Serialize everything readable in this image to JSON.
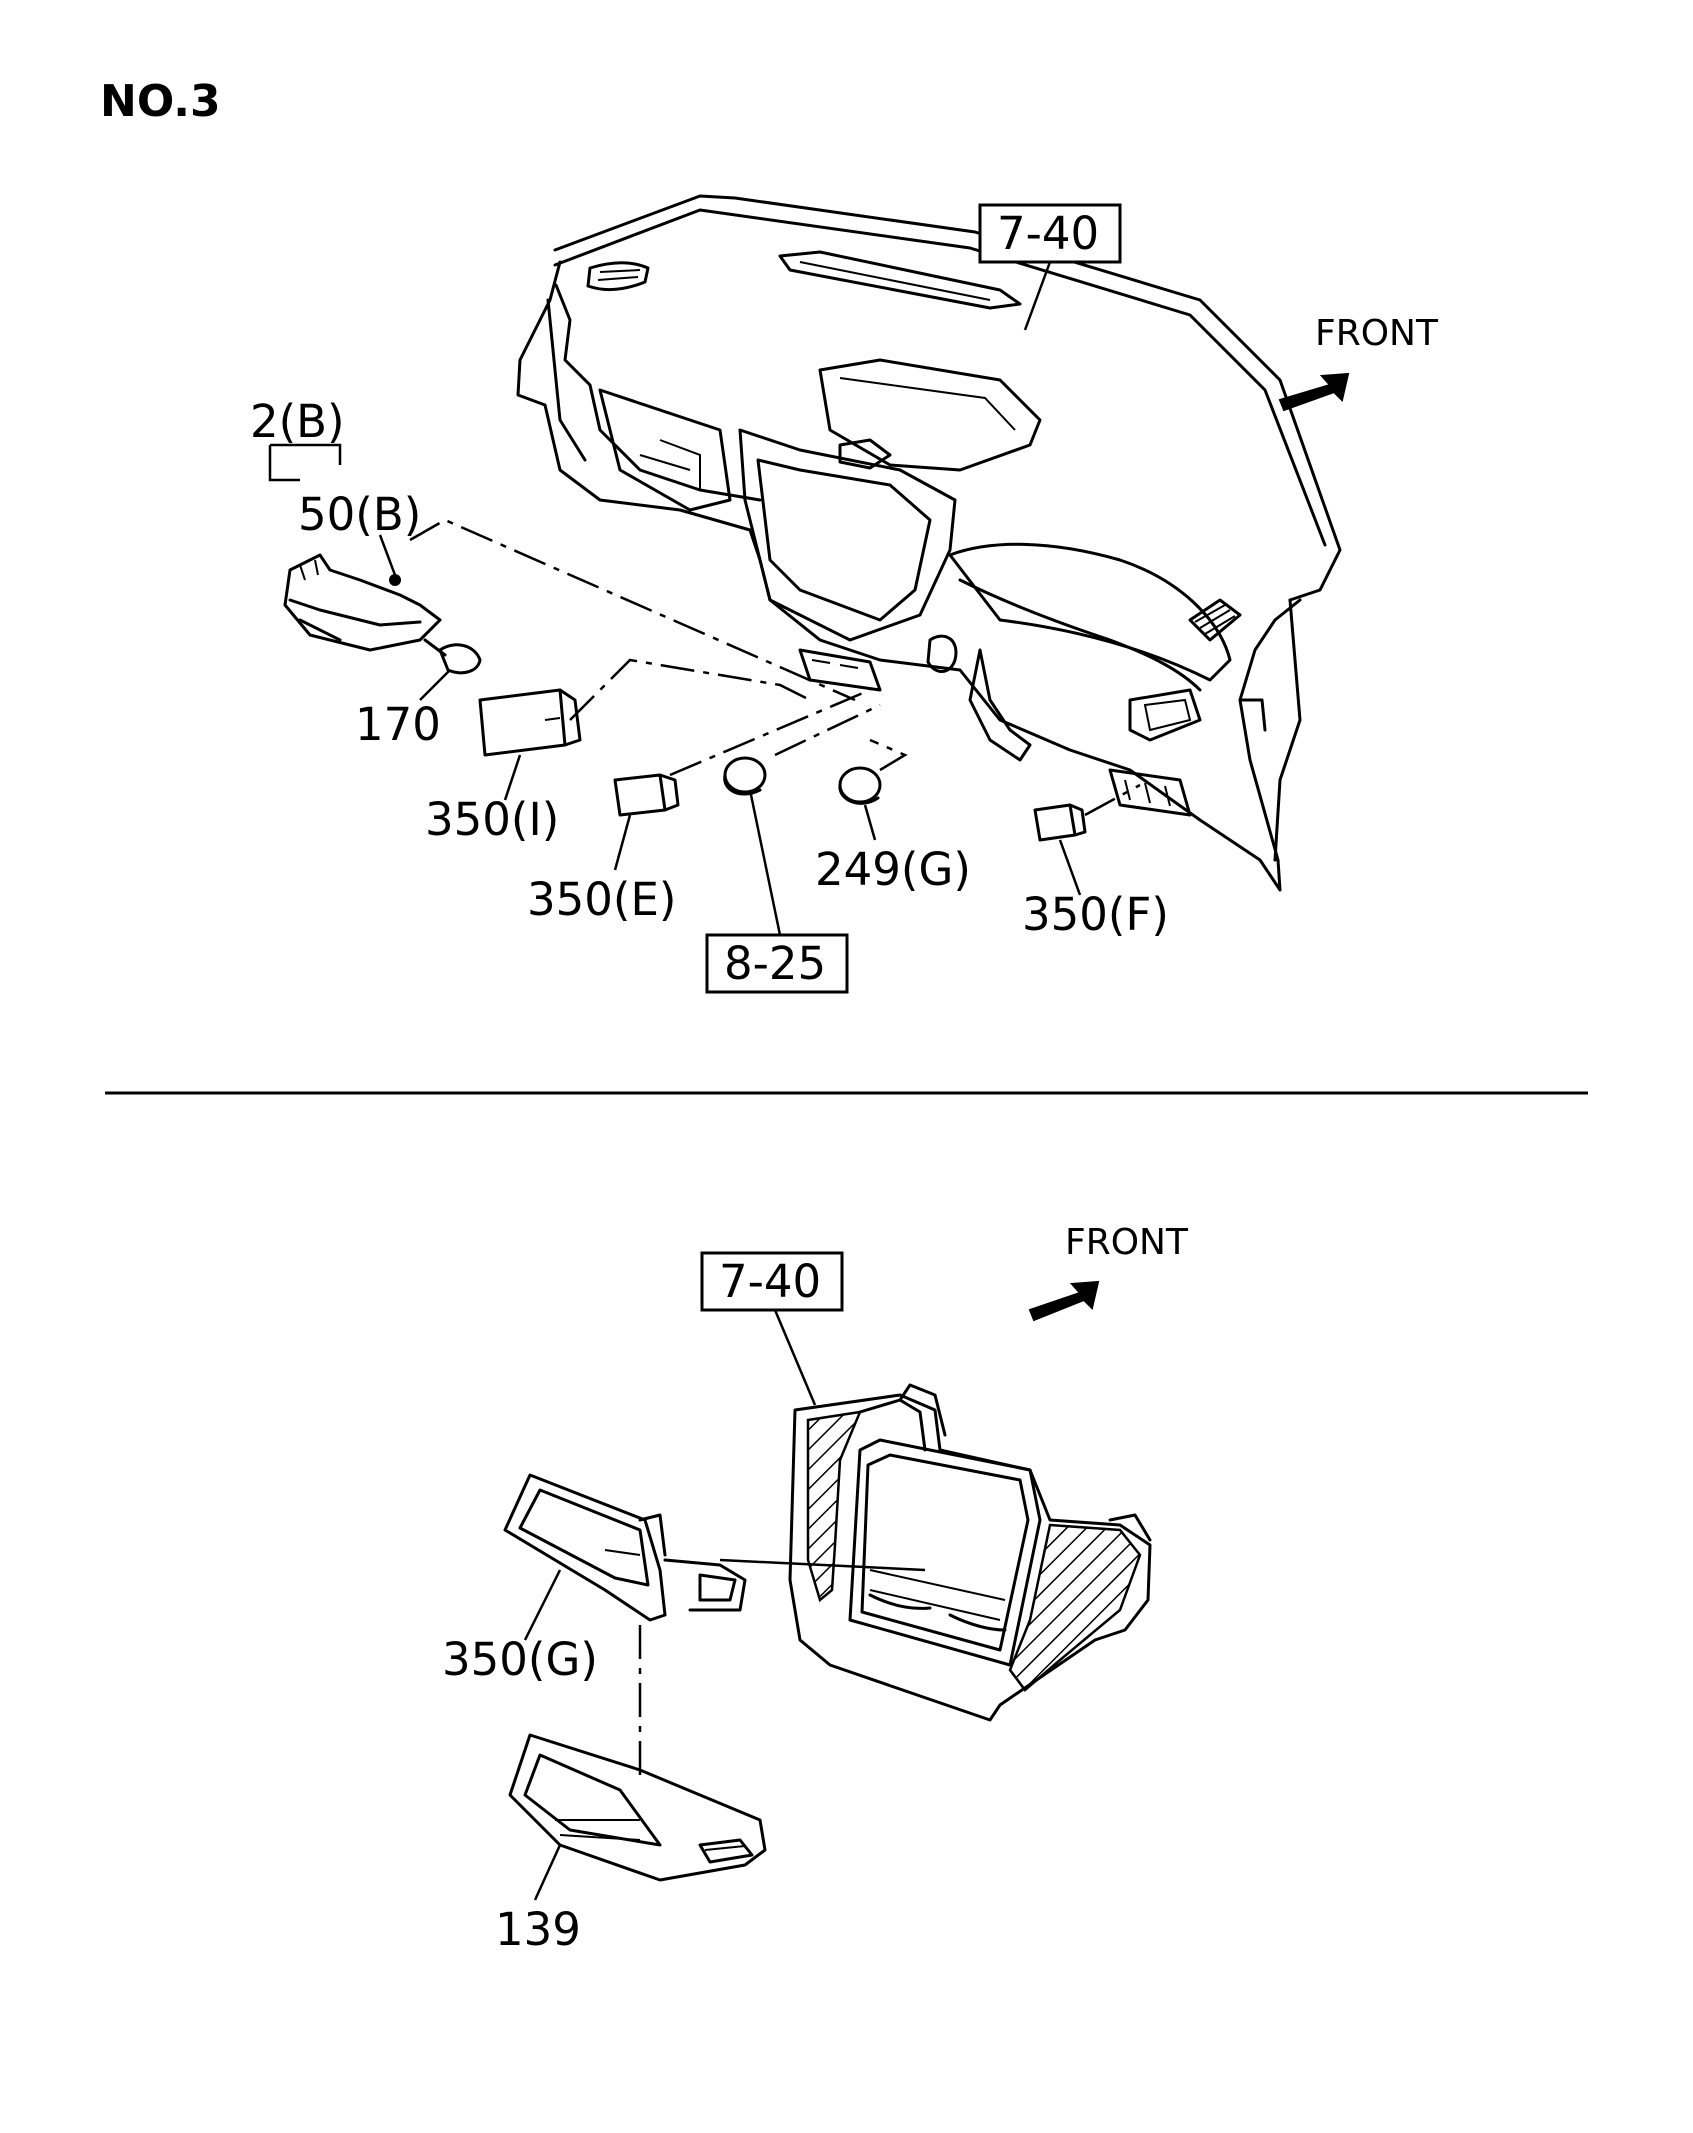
{
  "page_number": "NO.3",
  "top_view": {
    "ref_main": "7-40",
    "ref_sub": "8-25",
    "front_label": "FRONT",
    "parts": {
      "p2b": "2(B)",
      "p50b": "50(B)",
      "p170": "170",
      "p350i": "350(I)",
      "p350e": "350(E)",
      "p249g": "249(G)",
      "p350f": "350(F)"
    }
  },
  "bottom_view": {
    "ref_main": "7-40",
    "front_label": "FRONT",
    "parts": {
      "p350g": "350(G)",
      "p139": "139"
    }
  }
}
